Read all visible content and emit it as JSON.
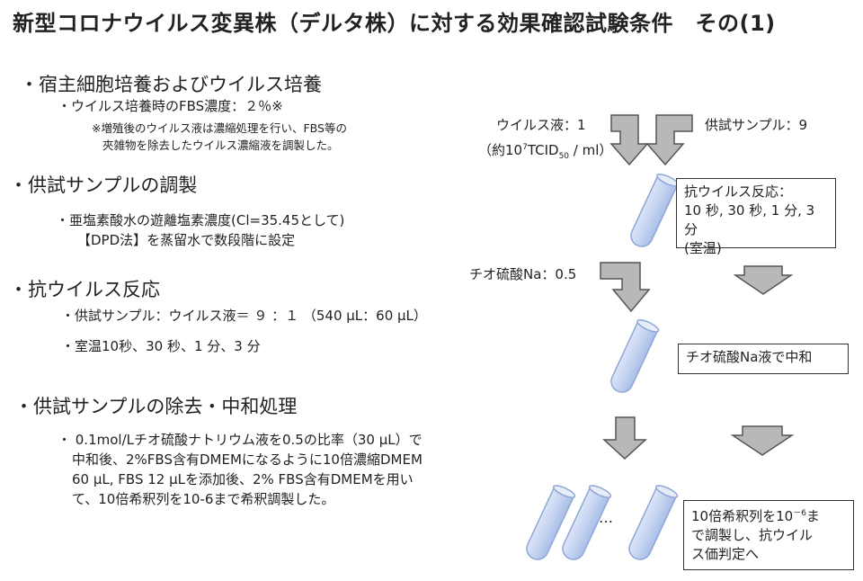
{
  "title": "新型コロナウイルス変異株（デルタ株）に対する効果確認試験条件　その(1)",
  "sections": [
    {
      "heading": "・宿主細胞培養およびウイルス培養",
      "lines": [
        "・ウイルス培養時のFBS濃度：２％※"
      ],
      "notes": [
        "※増殖後のウイルス液は濃縮処理を行い、FBS等の",
        "夾雑物を除去したウイルス濃縮液を調製した。"
      ]
    },
    {
      "heading": "・供試サンプルの調製",
      "lines": [
        "・亜塩素酸水の遊離塩素濃度(Cl=35.45として)",
        "【DPD法】を蒸留水で数段階に設定"
      ]
    },
    {
      "heading": "・抗ウイルス反応",
      "lines": [
        "・供試サンプル：ウイルス液＝ ９ ：１ （540 µL：60 µL）",
        "・室温10秒、30 秒、1 分、3 分"
      ]
    },
    {
      "heading": "・供試サンプルの除去・中和処理",
      "lines": [
        "・ 0.1mol/Lチオ硫酸ナトリウム液を0.5の比率（30 µL）で",
        "中和後、2%FBS含有DMEMになるように10倍濃縮DMEM",
        "60 µL, FBS 12 µLを添加後、2% FBS含有DMEMを用い",
        "て、10倍希釈列を10-6まで希釈調製した。"
      ]
    }
  ],
  "flow": {
    "virus_label": "ウイルス液：1",
    "virus_conc_prefix": "（約10",
    "virus_conc_exp": "7",
    "virus_conc_mid": "TCID",
    "virus_conc_sub": "50",
    "virus_conc_suffix": " / ml）",
    "sample_label": "供試サンプル：9",
    "reaction_box": [
      "抗ウイルス反応：",
      "10 秒, 30 秒, 1 分, 3 分",
      "(室温)"
    ],
    "thio_label": "チオ硫酸Na：0.5",
    "neutral_box": "チオ硫酸Na液で中和",
    "ellipsis": "…",
    "dilution_box": [
      "10倍希釈列を10",
      "－6",
      "ま",
      "で調製し、抗ウイル",
      "ス価判定へ"
    ]
  },
  "colors": {
    "arrow_fill": "#b8b8b8",
    "arrow_stroke": "#555555",
    "tube_fill": "#c9d7f2",
    "tube_stroke": "#8ea6d6"
  }
}
